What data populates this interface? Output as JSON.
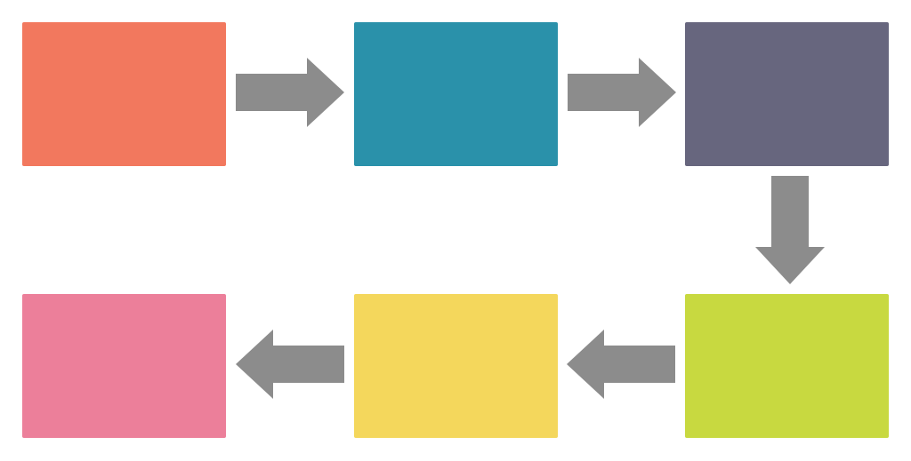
{
  "colors": {
    "background": "#ffffff",
    "arrow": "#8c8c8c"
  },
  "steps": [
    {
      "color": "#f2785e"
    },
    {
      "color": "#2a91aa"
    },
    {
      "color": "#67667e"
    },
    {
      "color": "#c8d940"
    },
    {
      "color": "#f4d75c"
    },
    {
      "color": "#ec7f9a"
    }
  ],
  "flow": [
    "right",
    "right",
    "down",
    "left",
    "left"
  ]
}
